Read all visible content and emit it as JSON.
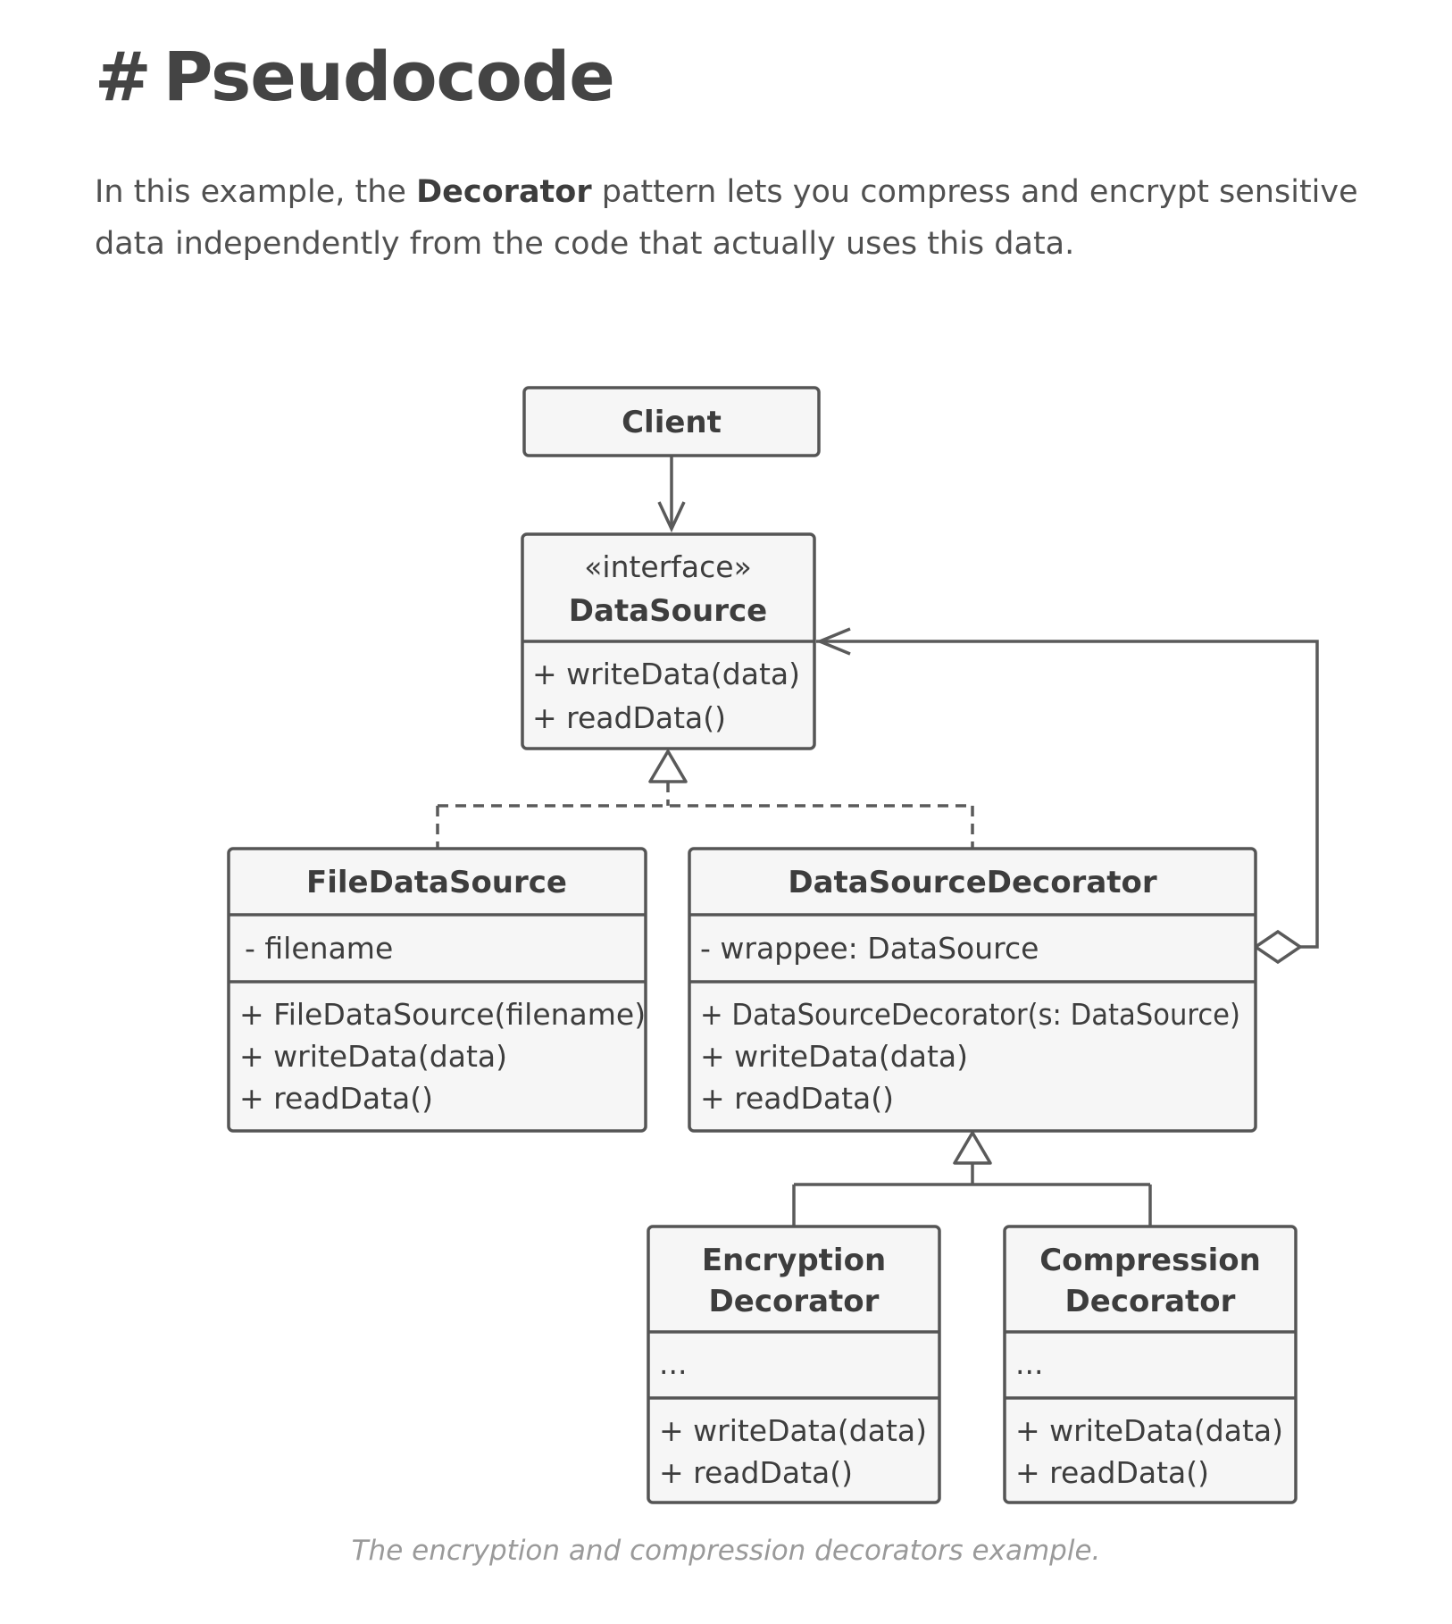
{
  "heading": {
    "hash": "#",
    "title": "Pseudocode"
  },
  "intro": {
    "before": "In this example, the ",
    "bold": "Decorator",
    "after": " pattern lets you compress and encrypt sensitive data independently from the code that actually uses this data."
  },
  "diagram": {
    "client": {
      "name": "Client"
    },
    "datasource": {
      "stereotype": "«interface»",
      "name": "DataSource",
      "methods": [
        "+ writeData(data)",
        "+ readData()"
      ]
    },
    "file_datasource": {
      "name": "FileDataSource",
      "fields": [
        "- filename"
      ],
      "methods": [
        "+ FileDataSource(filename)",
        "+ writeData(data)",
        "+ readData()"
      ]
    },
    "datasource_decorator": {
      "name": "DataSourceDecorator",
      "fields": [
        "- wrappee: DataSource"
      ],
      "methods": [
        "+ DataSourceDecorator(s: DataSource)",
        "+ writeData(data)",
        "+ readData()"
      ]
    },
    "encryption_decorator": {
      "name_lines": [
        "Encryption",
        "Decorator"
      ],
      "fields": [
        "..."
      ],
      "methods": [
        "+ writeData(data)",
        "+ readData()"
      ]
    },
    "compression_decorator": {
      "name_lines": [
        "Compression",
        "Decorator"
      ],
      "fields": [
        "..."
      ],
      "methods": [
        "+ writeData(data)",
        "+ readData()"
      ]
    }
  },
  "caption": "The encryption and compression decorators example."
}
